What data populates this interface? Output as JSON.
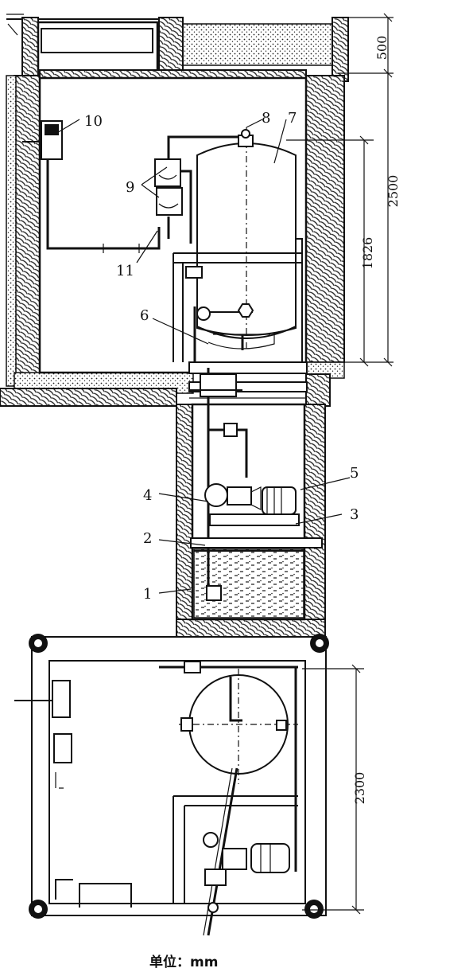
{
  "labels": {
    "l1": "1",
    "l2": "2",
    "l3": "3",
    "l4": "4",
    "l5": "5",
    "l6": "6",
    "l7": "7",
    "l8": "8",
    "l9": "9",
    "l10": "10",
    "l11": "11"
  },
  "dimensions": {
    "d500": "500",
    "d2500": "2500",
    "d1826": "1826",
    "d2300": "2300"
  },
  "caption": "单位：mm"
}
